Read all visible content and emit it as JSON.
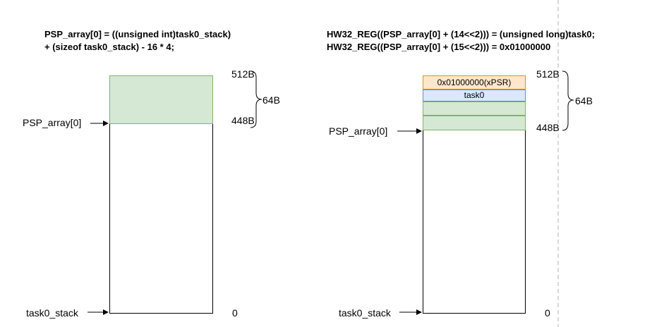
{
  "left": {
    "code_line1": "PSP_array[0] = ((unsigned int)task0_stack)",
    "code_line2": "+ (sizeof task0_stack) - 16 * 4;",
    "label_top": "512B",
    "label_psp_offset": "448B",
    "label_bottom": "0",
    "brace_label": "64B",
    "pointer_psp": "PSP_array[0]",
    "pointer_stack": "task0_stack"
  },
  "right": {
    "code_line1": "HW32_REG((PSP_array[0] + (14<<2))) = (unsigned long)task0;",
    "code_line2": "HW32_REG((PSP_array[0] + (15<<2))) = 0x01000000",
    "slot_xpsr": "0x01000000(xPSR)",
    "slot_task0": "task0",
    "label_top": "512B",
    "label_psp_offset": "448B",
    "label_bottom": "0",
    "brace_label": "64B",
    "pointer_psp": "PSP_array[0]",
    "pointer_stack": "task0_stack"
  },
  "colors": {
    "green_fill": "#d5e8d4",
    "green_stroke": "#82b366",
    "orange_fill": "#ffe6cc",
    "orange_stroke": "#d79b00",
    "blue_fill": "#dae8fc",
    "blue_stroke": "#6c8ebf",
    "divider": "#b3b3b3"
  }
}
